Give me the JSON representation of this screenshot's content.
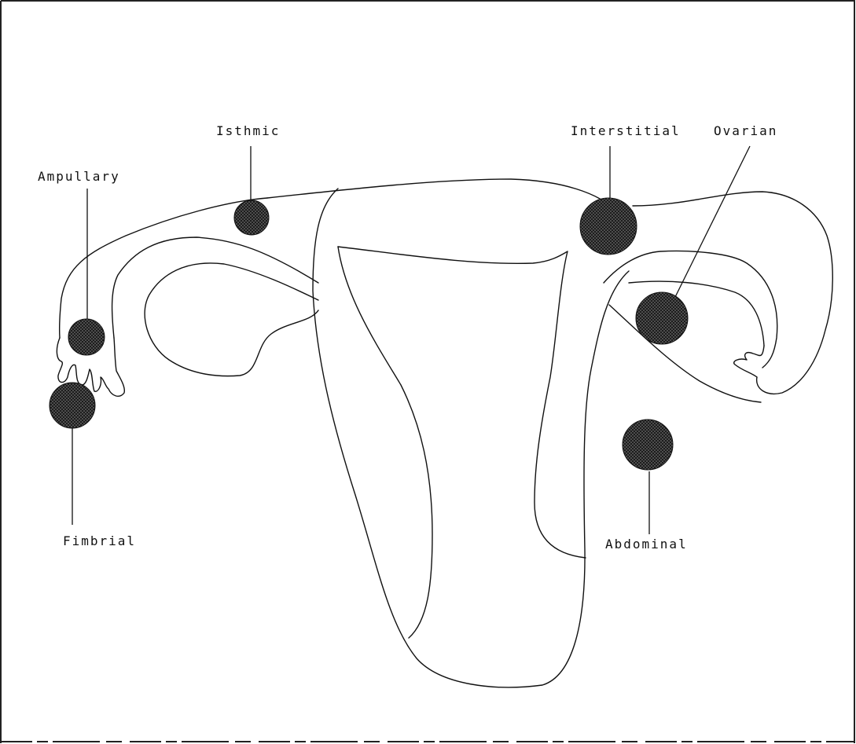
{
  "diagram": {
    "labels": {
      "isthmic": "Isthmic",
      "interstitial": "Interstitial",
      "ovarian": "Ovarian",
      "ampullary": "Ampullary",
      "fimbrial": "Fimbrial",
      "abdominal": "Abdominal"
    },
    "colors": {
      "lesion_fill": "#1c1c1c",
      "line": "#111111",
      "background": "#ffffff"
    }
  }
}
